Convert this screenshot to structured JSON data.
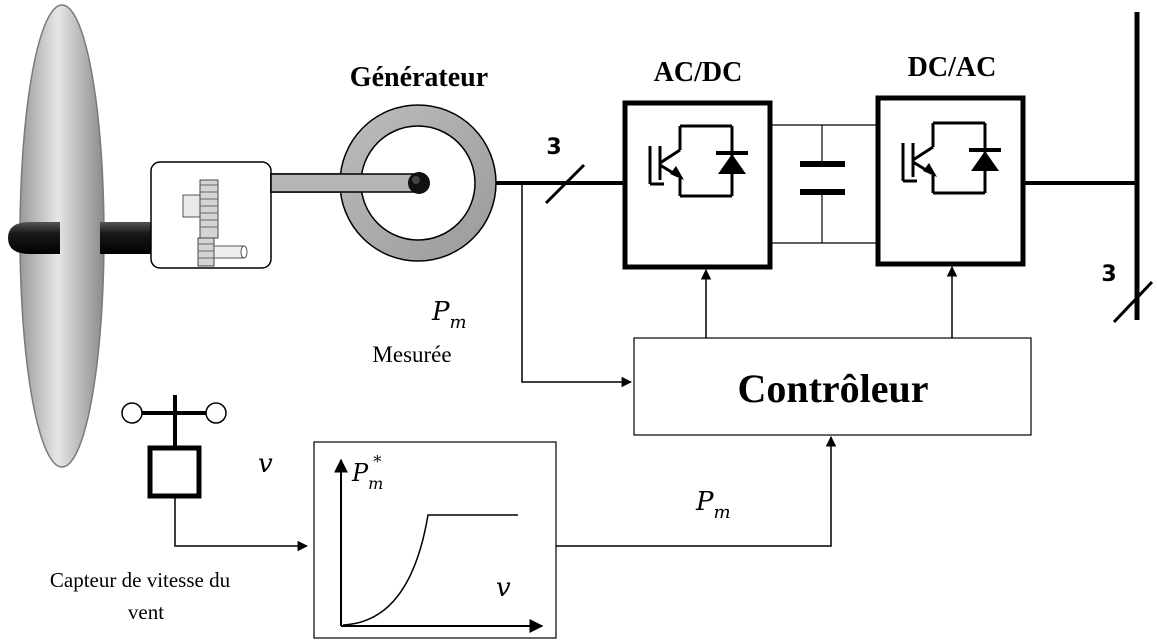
{
  "labels": {
    "generator": "Générateur",
    "rectifier": "AC/DC",
    "inverter": "DC/AC",
    "controller": "Contrôleur",
    "phases_left": "3",
    "phases_right": "3",
    "measured_power_symbol": "P",
    "measured_power_sub": "m",
    "measured_text": "Mesurée",
    "wind_speed_symbol": "v",
    "ref_power_symbol": "P",
    "ref_power_sub": "m",
    "ref_power_sup": "*",
    "curve_x_symbol": "v",
    "power_signal_symbol": "P",
    "power_signal_sub": "m",
    "sensor_label_line1": "Capteur de vitesse du",
    "sensor_label_line2": "vent"
  },
  "colors": {
    "blade_light": "#e4e4e4",
    "blade_dark": "#8c8c8c",
    "generator_ring": "#a8a8a8",
    "shaft": "#b3b3b3",
    "hub": "#1e1e1e",
    "line": "#000000"
  },
  "icons": {
    "wind_turbine": "turbine-blade-icon",
    "gearbox": "gearbox-icon",
    "igbt": "igbt-diode-icon",
    "capacitor": "dc-link-capacitor-icon",
    "anemometer": "anemometer-icon"
  }
}
